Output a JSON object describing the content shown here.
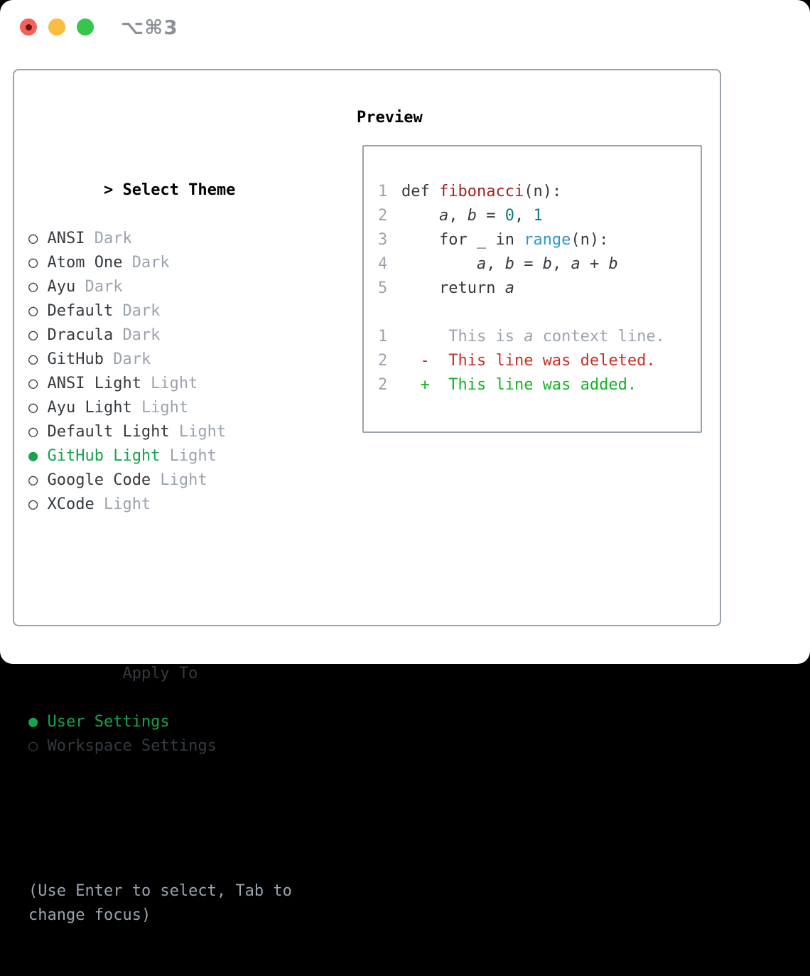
{
  "window": {
    "title": "⌥⌘3"
  },
  "colors": {
    "fg": "#343a40",
    "muted": "#9aa3ae",
    "border": "#9aa2ac",
    "green": "#14a44b",
    "add": "#12b424",
    "del": "#c82f22",
    "func": "#a8221e",
    "numlit": "#0c7a80",
    "builtin": "#2d96cf",
    "title_fg": "#8b9199",
    "traffic_red": "#f4615a",
    "traffic_red_dot": "#6b1512",
    "traffic_yellow": "#f9bd40",
    "traffic_green": "#36c64c"
  },
  "glyphs": {
    "cursor": ">",
    "radio_off": "○",
    "radio_on": "●"
  },
  "theme_picker": {
    "title": "Select Theme",
    "items": [
      {
        "name": "ANSI",
        "variant": "Dark",
        "selected": false
      },
      {
        "name": "Atom One",
        "variant": "Dark",
        "selected": false
      },
      {
        "name": "Ayu",
        "variant": "Dark",
        "selected": false
      },
      {
        "name": "Default",
        "variant": "Dark",
        "selected": false
      },
      {
        "name": "Dracula",
        "variant": "Dark",
        "selected": false
      },
      {
        "name": "GitHub",
        "variant": "Dark",
        "selected": false
      },
      {
        "name": "ANSI Light",
        "variant": "Light",
        "selected": false
      },
      {
        "name": "Ayu Light",
        "variant": "Light",
        "selected": false
      },
      {
        "name": "Default Light",
        "variant": "Light",
        "selected": false
      },
      {
        "name": "GitHub Light",
        "variant": "Light",
        "selected": true
      },
      {
        "name": "Google Code",
        "variant": "Light",
        "selected": false
      },
      {
        "name": "XCode",
        "variant": "Light",
        "selected": false
      }
    ]
  },
  "apply_to": {
    "title": "Apply To",
    "options": [
      {
        "name": "User Settings",
        "selected": true
      },
      {
        "name": "Workspace Settings",
        "selected": false
      }
    ]
  },
  "hint_lines": [
    "(Use Enter to select, Tab to",
    "change focus)"
  ],
  "preview": {
    "title": "Preview",
    "lines": [
      {
        "n": "1",
        "segs": [
          {
            "t": "def ",
            "c": "fg"
          },
          {
            "t": "fibonacci",
            "c": "func"
          },
          {
            "t": "(n):",
            "c": "fg"
          }
        ]
      },
      {
        "n": "2",
        "segs": [
          {
            "t": "    ",
            "c": "fg"
          },
          {
            "t": "a",
            "c": "var"
          },
          {
            "t": ", ",
            "c": "fg"
          },
          {
            "t": "b",
            "c": "var"
          },
          {
            "t": " = ",
            "c": "fg"
          },
          {
            "t": "0",
            "c": "numlit"
          },
          {
            "t": ", ",
            "c": "fg"
          },
          {
            "t": "1",
            "c": "numlit"
          }
        ]
      },
      {
        "n": "3",
        "segs": [
          {
            "t": "    for _ in ",
            "c": "fg"
          },
          {
            "t": "range",
            "c": "builtin"
          },
          {
            "t": "(n):",
            "c": "fg"
          }
        ]
      },
      {
        "n": "4",
        "segs": [
          {
            "t": "        ",
            "c": "fg"
          },
          {
            "t": "a",
            "c": "var"
          },
          {
            "t": ", ",
            "c": "fg"
          },
          {
            "t": "b",
            "c": "var"
          },
          {
            "t": " = ",
            "c": "fg"
          },
          {
            "t": "b",
            "c": "var"
          },
          {
            "t": ", ",
            "c": "fg"
          },
          {
            "t": "a",
            "c": "var"
          },
          {
            "t": " + ",
            "c": "fg"
          },
          {
            "t": "b",
            "c": "var"
          }
        ]
      },
      {
        "n": "5",
        "segs": [
          {
            "t": "    return ",
            "c": "fg"
          },
          {
            "t": "a",
            "c": "var"
          }
        ]
      },
      {
        "n": "",
        "segs": []
      },
      {
        "n": "1",
        "segs": [
          {
            "t": "     This is ",
            "c": "ctx"
          },
          {
            "t": "a",
            "c": "ctxv"
          },
          {
            "t": " context line.",
            "c": "ctx"
          }
        ]
      },
      {
        "n": "2",
        "segs": [
          {
            "t": "  ",
            "c": "fg"
          },
          {
            "t": "-  This line was deleted.",
            "c": "del"
          }
        ]
      },
      {
        "n": "2",
        "segs": [
          {
            "t": "  ",
            "c": "fg"
          },
          {
            "t": "+  This line was added.",
            "c": "add"
          }
        ]
      }
    ]
  }
}
